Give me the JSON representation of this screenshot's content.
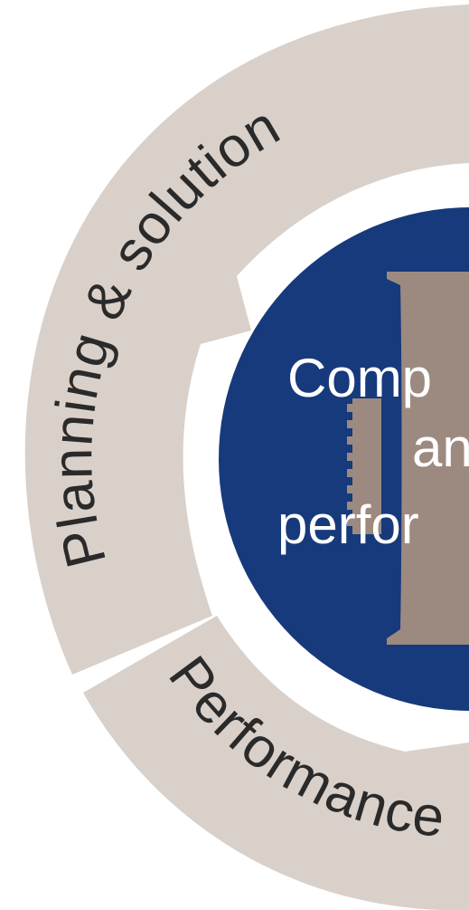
{
  "diagram": {
    "segments": [
      {
        "label": "Planning & solution"
      },
      {
        "label": "Performance"
      }
    ],
    "core": {
      "lines": [
        "Comp",
        "an",
        "perfor"
      ]
    },
    "colors": {
      "background": "#ffffff",
      "segment": "#d9d0ca",
      "segment_text": "#2a2a2a",
      "core": "#163a7b",
      "chip": "#9c8a80",
      "core_text": "#ffffff"
    }
  }
}
